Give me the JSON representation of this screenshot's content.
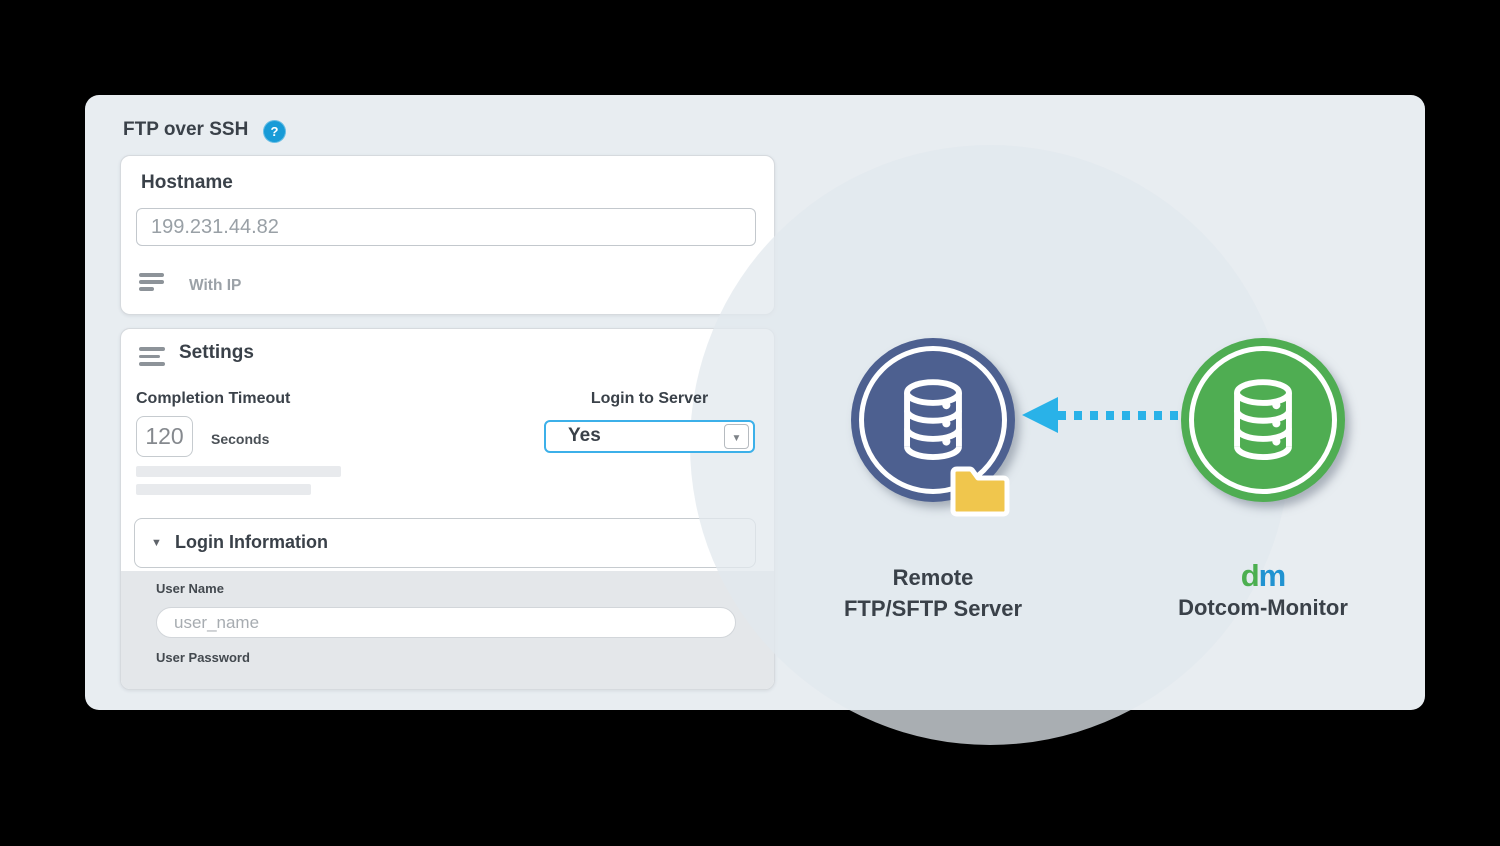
{
  "header": {
    "title": "FTP over SSH",
    "help_icon_glyph": "?"
  },
  "hostname_card": {
    "label": "Hostname",
    "value": "199.231.44.82",
    "with_ip": "With IP"
  },
  "settings_card": {
    "title": "Settings",
    "completion_timeout_label": "Completion Timeout",
    "completion_timeout_value": "120",
    "completion_timeout_unit": "Seconds",
    "login_to_server_label": "Login to Server",
    "login_to_server_value": "Yes",
    "dropdown_arrow_glyph": "▼",
    "login_information": {
      "header": "Login Information",
      "collapse_arrow_glyph": "▼",
      "user_name_label": "User Name",
      "user_name_placeholder": "user_name",
      "user_password_label": "User Password"
    }
  },
  "diagram": {
    "remote_server_label_line1": "Remote",
    "remote_server_label_line2": "FTP/SFTP Server",
    "monitor_logo_d": "d",
    "monitor_logo_m": "m",
    "monitor_label": "Dotcom-Monitor"
  },
  "colors": {
    "panel_bg": "#e8edf1",
    "help_blue": "#189bd7",
    "dropdown_border_blue": "#3cb0e9",
    "arrow_blue": "#29b2e8",
    "remote_circle_blue": "#4d6090",
    "monitor_circle_green": "#4fad52",
    "folder_yellow": "#f0c64d",
    "logo_d_green": "#4caf50",
    "logo_m_blue": "#2193d1",
    "text_dark": "#3a4149",
    "text_gray": "#99a0a6"
  }
}
